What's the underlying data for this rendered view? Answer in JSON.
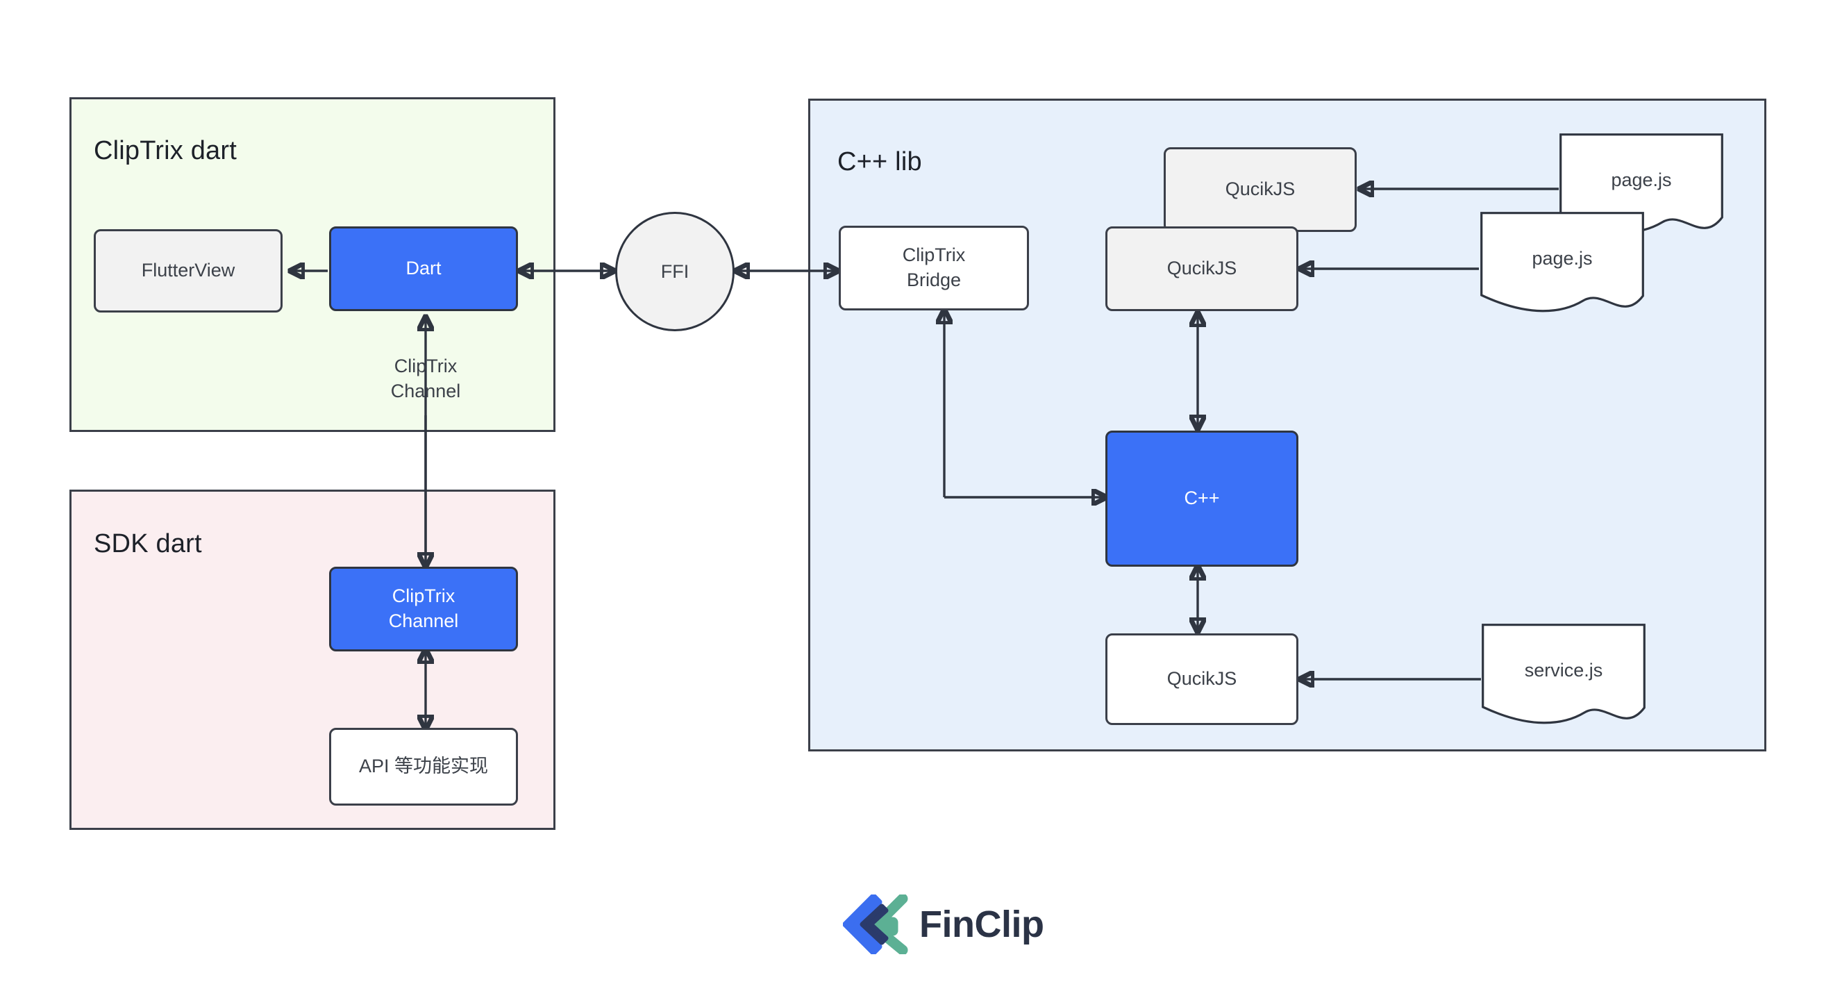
{
  "diagram": {
    "title": "ClipTrix / FinClip architecture diagram",
    "groups": [
      {
        "id": "cliptrix-dart",
        "label": "ClipTrix dart",
        "fill": "#f3fcec"
      },
      {
        "id": "sdk-dart",
        "label": "SDK dart",
        "fill": "#fbeef0"
      },
      {
        "id": "cpp-lib",
        "label": "C++ lib",
        "fill": "#e7f0fb"
      }
    ],
    "nodes": {
      "flutterview": "FlutterView",
      "dart": "Dart",
      "ffi": "FFI",
      "cliptrix_bridge": "ClipTrix\nBridge",
      "qucikjs_back": "QucikJS",
      "qucikjs_front": "QucikJS",
      "cpp": "C++",
      "qucikjs_bottom": "QucikJS",
      "sdk_channel": "ClipTrix\nChannel",
      "api_impl": "API 等功能实现"
    },
    "documents": {
      "page_js_back": "page.js",
      "page_js_front": "page.js",
      "service_js": "service.js"
    },
    "edge_labels": {
      "cliptrix_channel": "ClipTrix\nChannel"
    },
    "colors": {
      "accent_blue": "#3b71f7",
      "stroke": "#2f3540",
      "group_green": "#f3fcec",
      "group_pink": "#fbeef0",
      "group_blue": "#e7f0fb",
      "node_gray": "#f2f2f2",
      "logo_blue": "#3b6ef0",
      "logo_green": "#5cb094",
      "logo_navy": "#2b3346"
    }
  },
  "logo": {
    "name": "FinClip",
    "wordmark": "FinClip"
  }
}
